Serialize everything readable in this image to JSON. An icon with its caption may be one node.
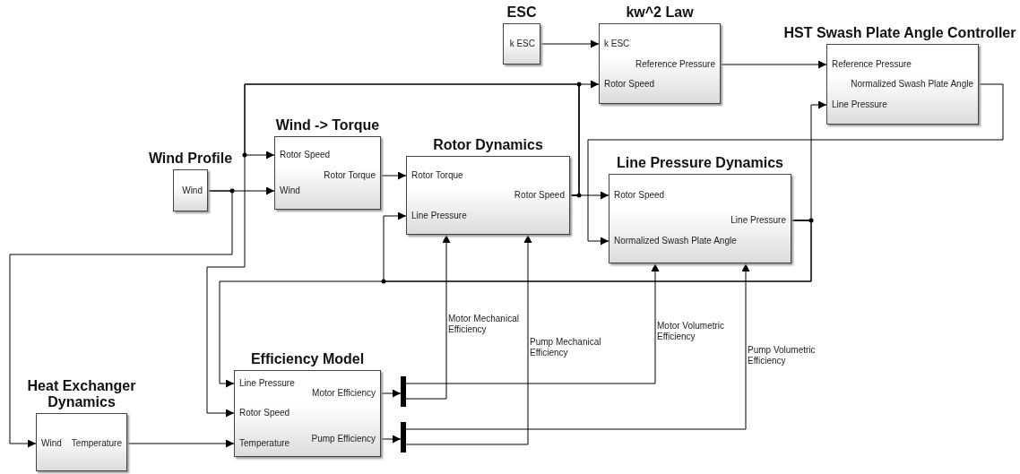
{
  "diagram": {
    "nodes": [
      {
        "text": [
          "ESC",
          "k ESC"
        ]
      },
      {
        "text": [
          "kw^2 Law",
          "k ESC",
          "Reference Pressure",
          "Rotor Speed"
        ]
      },
      {
        "text": [
          "HST Swash Plate Angle Controller",
          "Reference Pressure",
          "Normalized Swash Plate Angle",
          "Line Pressure"
        ]
      },
      {
        "text": [
          "Wind Profile",
          "Wind"
        ]
      },
      {
        "text": [
          "Wind -> Torque",
          "Rotor Speed",
          "Rotor Torque",
          "Wind"
        ]
      },
      {
        "text": [
          "Rotor Dynamics",
          "Rotor Torque",
          "Rotor Speed",
          "Line Pressure"
        ]
      },
      {
        "text": [
          "Line Pressure Dynamics",
          "Rotor Speed",
          "Line Pressure",
          "Normalized Swash Plate Angle"
        ]
      },
      {
        "text": [
          "Heat Exchanger Dynamics",
          "Wind",
          "Temperature"
        ]
      },
      {
        "text": [
          "Efficiency Model",
          "Line Pressure",
          "Motor Efficiency",
          "Rotor Speed",
          "Pump Efficiency",
          "Temperature"
        ]
      },
      {
        "text": [],
        "shape": "bar"
      },
      {
        "text": [],
        "shape": "bar"
      }
    ],
    "edges": [
      {
        "from": 0,
        "to": 1,
        "arrow": "to"
      },
      {
        "from": 1,
        "to": 2,
        "arrow": "to"
      },
      {
        "from": 2,
        "to": 6,
        "arrow": "to"
      },
      {
        "from": 6,
        "to": 2,
        "arrow": "to"
      },
      {
        "from": 6,
        "to": 5,
        "arrow": "to"
      },
      {
        "from": 6,
        "to": 8,
        "arrow": "to"
      },
      {
        "from": 5,
        "to": 6,
        "arrow": "to"
      },
      {
        "from": 5,
        "to": 1,
        "arrow": "to"
      },
      {
        "from": 5,
        "to": 4,
        "arrow": "to"
      },
      {
        "from": 5,
        "to": 8,
        "arrow": "to"
      },
      {
        "from": 3,
        "to": 4,
        "arrow": "to"
      },
      {
        "from": 3,
        "to": 7,
        "arrow": "to"
      },
      {
        "from": 4,
        "to": 5,
        "arrow": "to"
      },
      {
        "from": 7,
        "to": 8,
        "arrow": "to"
      },
      {
        "from": 8,
        "to": 9,
        "arrow": "to"
      },
      {
        "from": 8,
        "to": 10,
        "arrow": "to"
      },
      {
        "from": 9,
        "to": 6,
        "arrow": "to",
        "label": "Motor Volumetric Efficiency"
      },
      {
        "from": 9,
        "to": 5,
        "arrow": "to",
        "label": "Motor Mechanical Efficiency"
      },
      {
        "from": 10,
        "to": 6,
        "arrow": "to",
        "label": "Pump Volumetric Efficiency"
      },
      {
        "from": 10,
        "to": 5,
        "arrow": "to",
        "label": "Pump Mechanical Efficiency"
      }
    ]
  }
}
